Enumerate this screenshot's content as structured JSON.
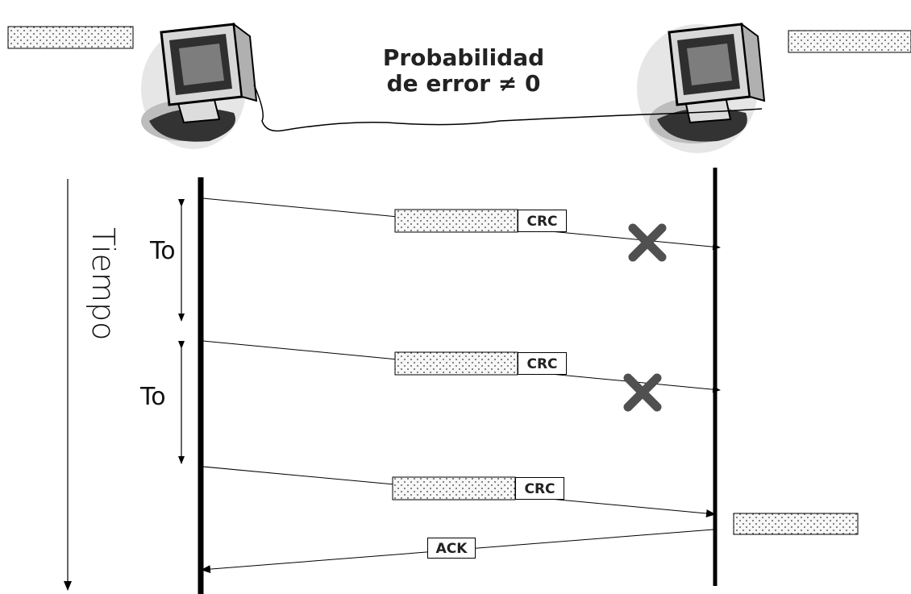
{
  "title": "Probabilidad\nde error ≠ 0",
  "time_axis_label": "Tiempo",
  "timeout_labels": [
    "To",
    "To"
  ],
  "frame_checksum_label": "CRC",
  "ack_label": "ACK",
  "icons": [
    "computer-icon",
    "computer-icon",
    "x-mark-icon",
    "x-mark-icon"
  ],
  "colors": {
    "cross": "#505050",
    "line": "#000000",
    "frame_fill": "#f4f4f4",
    "monitor_dark": "#333333"
  }
}
